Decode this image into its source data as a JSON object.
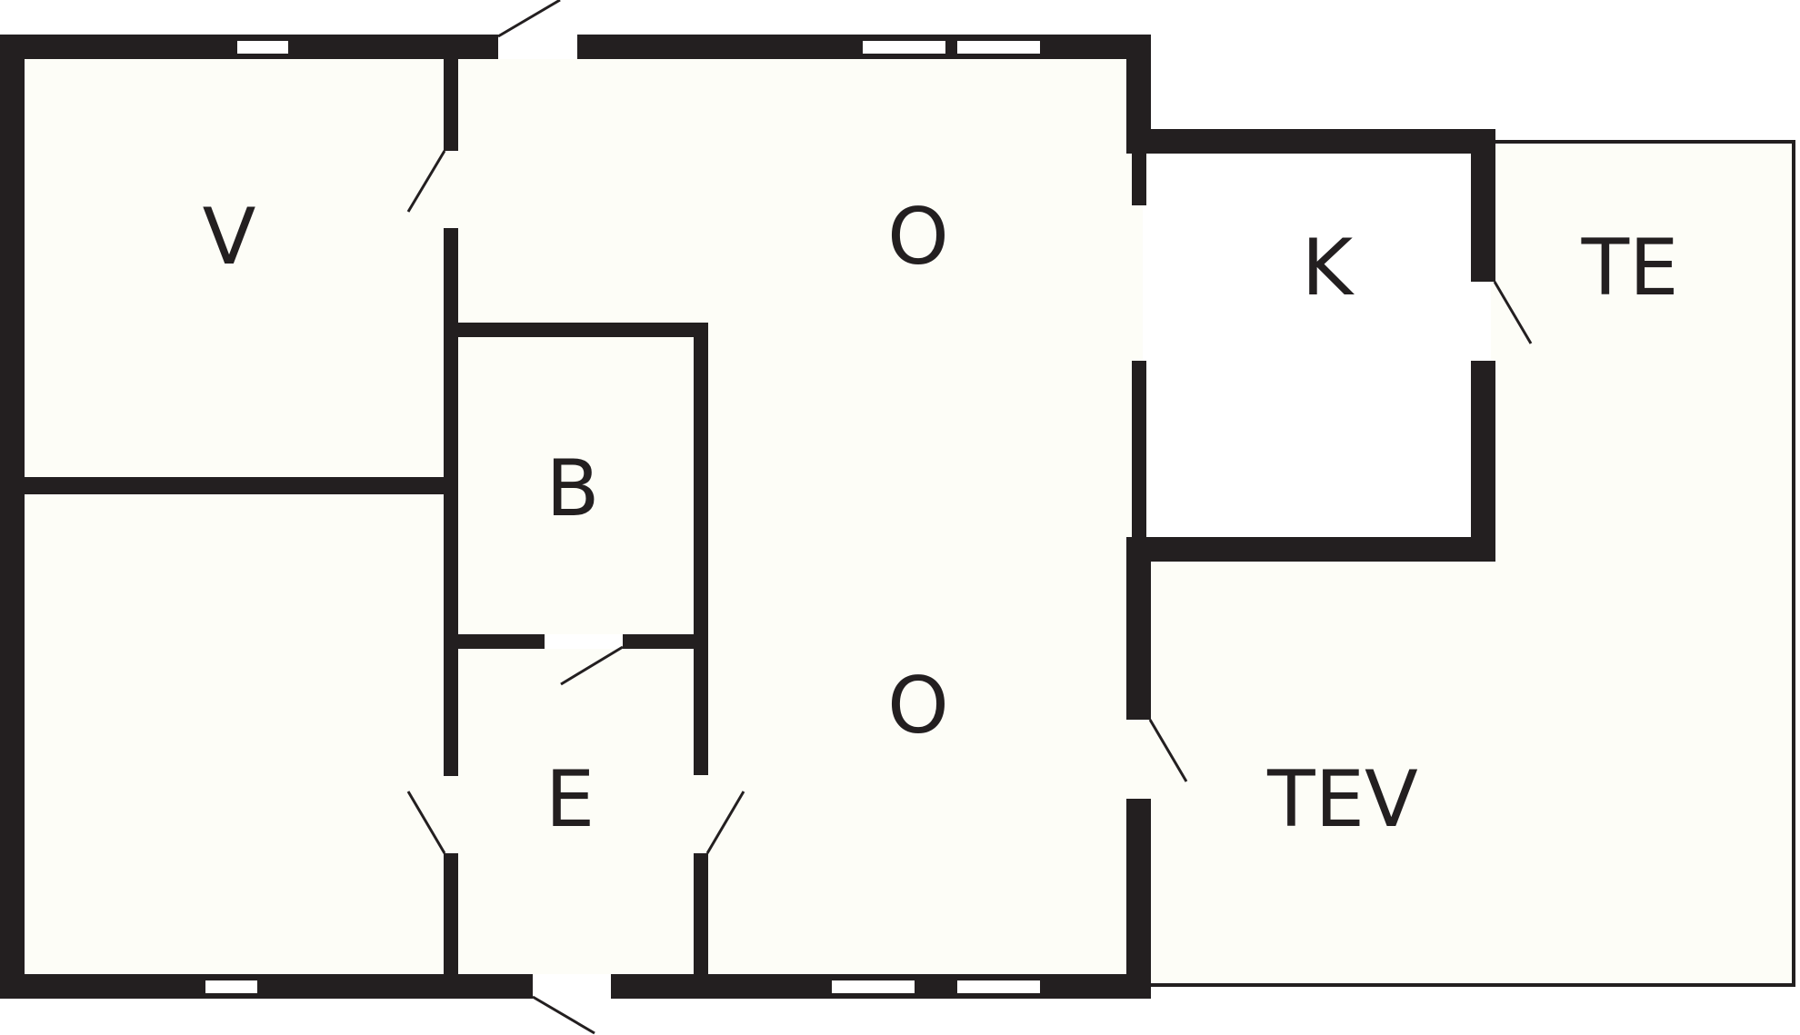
{
  "colors": {
    "wall": "#231f20",
    "floor": "#fdfdf7",
    "window": "#ffffff",
    "background": "#ffffff"
  },
  "rooms": {
    "v": "V",
    "o_upper": "O",
    "k": "K",
    "te": "TE",
    "b": "B",
    "o_lower": "O",
    "e": "E",
    "tev": "TEV"
  }
}
